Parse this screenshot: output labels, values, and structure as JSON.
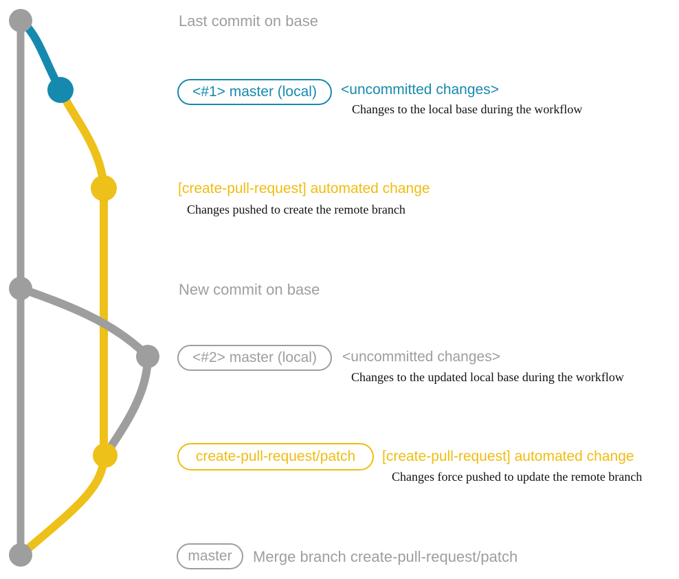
{
  "colors": {
    "gray": "#9E9E9E",
    "blue": "#1689AE",
    "yellow": "#EEC01A",
    "yellow_text": "#EFBD10",
    "ink": "#111111",
    "background": "#FFFFFF"
  },
  "graph": {
    "nodes": [
      {
        "name": "last-commit-on-base",
        "color": "gray"
      },
      {
        "name": "local-master-commit-1",
        "color": "blue"
      },
      {
        "name": "patch-branch-commit-1",
        "color": "yellow"
      },
      {
        "name": "new-commit-on-base",
        "color": "gray"
      },
      {
        "name": "local-master-commit-2",
        "color": "gray"
      },
      {
        "name": "patch-branch-commit-2",
        "color": "yellow"
      },
      {
        "name": "merge-commit",
        "color": "gray"
      }
    ]
  },
  "annotations": {
    "last_commit": {
      "label": "Last commit on base"
    },
    "local_master_1": {
      "badge": "<#1> master (local)",
      "title": "<uncommitted changes>",
      "description": "Changes to the local base during the workflow"
    },
    "automated_change_1": {
      "title": "[create-pull-request] automated change",
      "description": "Changes pushed to create the remote branch"
    },
    "new_commit": {
      "label": "New commit on base"
    },
    "local_master_2": {
      "badge": "<#2> master (local)",
      "title": "<uncommitted changes>",
      "description": "Changes to the updated local base during the workflow"
    },
    "automated_change_2": {
      "badge": "create-pull-request/patch",
      "title": "[create-pull-request] automated change",
      "description": "Changes force pushed to update the remote branch"
    },
    "merge_commit": {
      "badge": "master",
      "label": "Merge branch create-pull-request/patch"
    }
  }
}
